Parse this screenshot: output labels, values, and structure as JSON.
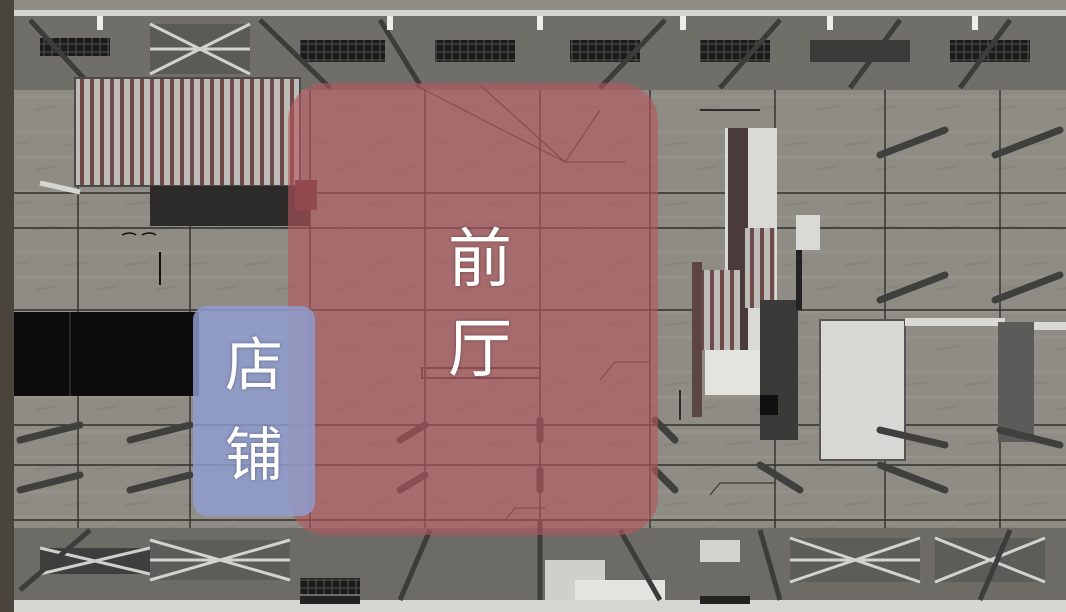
{
  "zones": [
    {
      "id": "lobby",
      "label": "前厅",
      "color": "#b4575e"
    },
    {
      "id": "shop",
      "label": "店铺",
      "color": "#8f9fd2"
    }
  ],
  "colors": {
    "floor": "#8d8b83",
    "grid_line": "#3a3a38",
    "wall_dark": "#2b2a29",
    "steel": "#4c4c4a",
    "panel_light": "#d8d8d6"
  }
}
